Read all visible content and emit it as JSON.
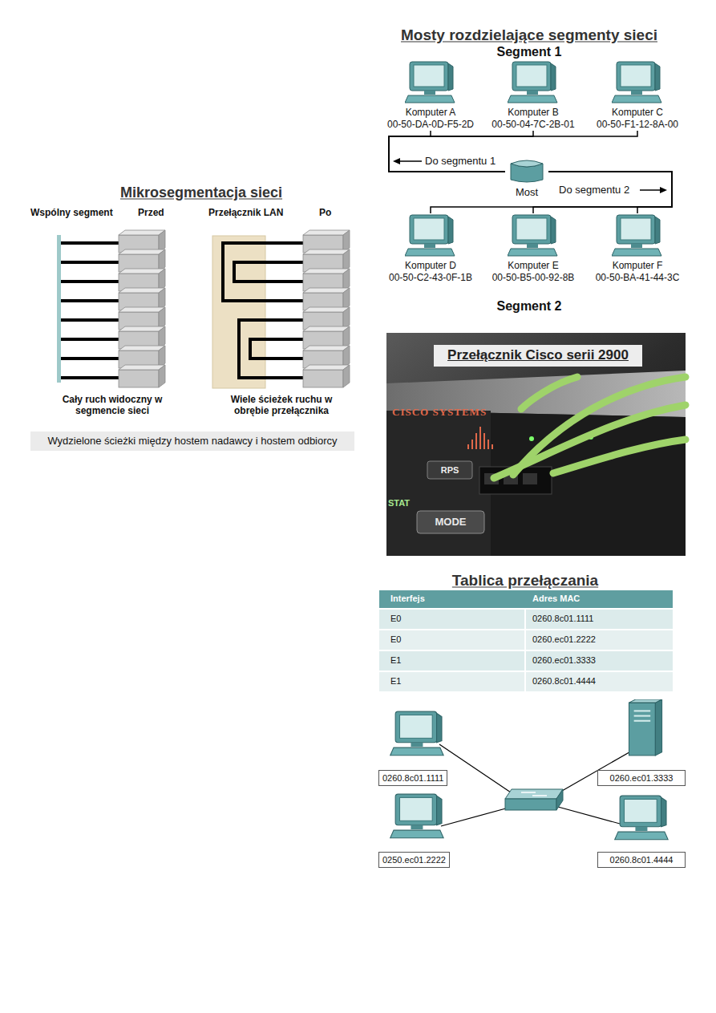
{
  "diagram": {
    "nodes": [
      {
        "text": [
          "Komputer A",
          "00-50-DA-0D-F5-2D"
        ]
      },
      {
        "text": [
          "Komputer B",
          "00-50-04-7C-2B-01"
        ]
      },
      {
        "text": [
          "Komputer C",
          "00-50-F1-12-8A-00"
        ]
      },
      {
        "text": [
          "Most"
        ]
      },
      {
        "text": [
          "Komputer D",
          "00-50-C2-43-0F-1B"
        ]
      },
      {
        "text": [
          "Komputer E",
          "00-50-B5-00-92-8B"
        ]
      },
      {
        "text": [
          "Komputer F",
          "00-50-BA-41-44-3C"
        ]
      },
      {
        "text": [
          "0260.8c01.1111"
        ]
      },
      {
        "text": [
          "0260.ec01.3333"
        ]
      },
      {
        "text": [
          "0250.ec01.2222"
        ]
      },
      {
        "text": [
          "0260.8c01.4444"
        ]
      }
    ],
    "edges": [
      {
        "from": 0,
        "to": 3,
        "arrow": "none"
      },
      {
        "from": 1,
        "to": 3,
        "arrow": "none"
      },
      {
        "from": 2,
        "to": 3,
        "arrow": "none"
      },
      {
        "from": 3,
        "to": 4,
        "arrow": "none"
      },
      {
        "from": 3,
        "to": 5,
        "arrow": "none"
      },
      {
        "from": 3,
        "to": 6,
        "arrow": "none"
      }
    ],
    "labels": [
      "Mosty rozdzielające segmenty sieci",
      "Segment 1",
      "Do segmentu 1",
      "Do segmentu 2",
      "Segment 2",
      "Mikrosegmentacja sieci",
      "Wspólny segment",
      "Przed",
      "Przełącznik LAN",
      "Po",
      "Cały ruch widoczny w segmencie sieci",
      "Wiele ścieżek ruchu w obrębie przełącznika",
      "Wydzielone ścieżki między hostem nadawcy i hostem odbiorcy",
      "Przełącznik Cisco serii 2900",
      "CISCO SYSTEMS",
      "RPS",
      "STAT",
      "MODE",
      "Tablica przełączania",
      "Interfejs",
      "Adres MAC",
      "E0",
      "0260.8c01.1111",
      "E0",
      "0260.ec01.2222",
      "E1",
      "0260.ec01.3333",
      "E1",
      "0260.8c01.4444"
    ]
  }
}
